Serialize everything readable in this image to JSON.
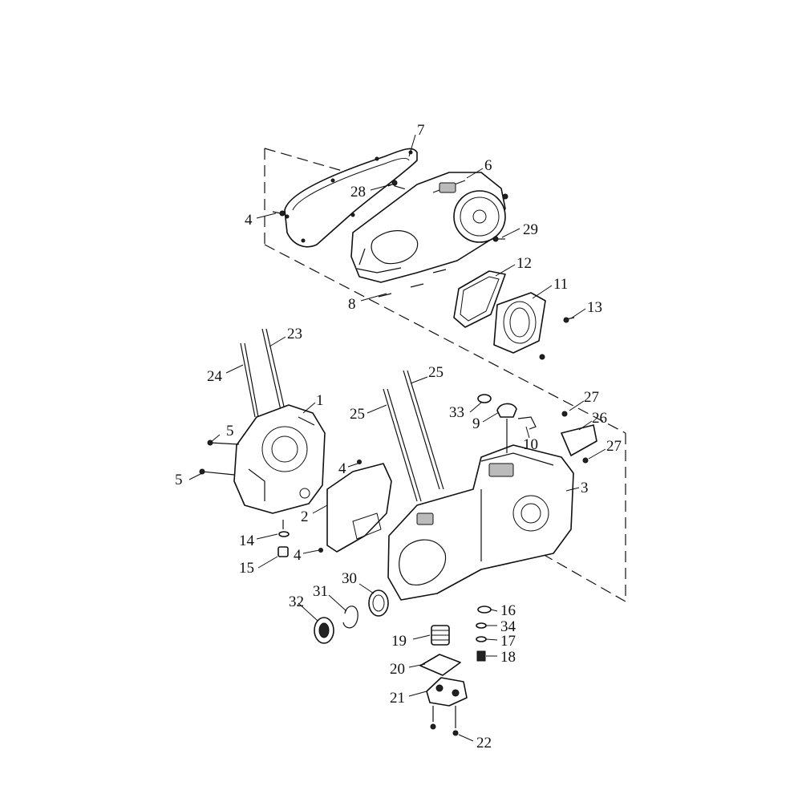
{
  "diagram": {
    "callouts": [
      {
        "id": "c7",
        "label": "7"
      },
      {
        "id": "c6",
        "label": "6"
      },
      {
        "id": "c28",
        "label": "28"
      },
      {
        "id": "c4a",
        "label": "4"
      },
      {
        "id": "c29",
        "label": "29"
      },
      {
        "id": "c12",
        "label": "12"
      },
      {
        "id": "c11",
        "label": "11"
      },
      {
        "id": "c13",
        "label": "13"
      },
      {
        "id": "c8",
        "label": "8"
      },
      {
        "id": "c23",
        "label": "23"
      },
      {
        "id": "c24",
        "label": "24"
      },
      {
        "id": "c1",
        "label": "1"
      },
      {
        "id": "c25a",
        "label": "25"
      },
      {
        "id": "c25b",
        "label": "25"
      },
      {
        "id": "c27a",
        "label": "27"
      },
      {
        "id": "c33",
        "label": "33"
      },
      {
        "id": "c9",
        "label": "9"
      },
      {
        "id": "c26",
        "label": "26"
      },
      {
        "id": "c10",
        "label": "10"
      },
      {
        "id": "c27b",
        "label": "27"
      },
      {
        "id": "c5a",
        "label": "5"
      },
      {
        "id": "c5b",
        "label": "5"
      },
      {
        "id": "c4b",
        "label": "4"
      },
      {
        "id": "c3",
        "label": "3"
      },
      {
        "id": "c2",
        "label": "2"
      },
      {
        "id": "c14",
        "label": "14"
      },
      {
        "id": "c4c",
        "label": "4"
      },
      {
        "id": "c15",
        "label": "15"
      },
      {
        "id": "c30",
        "label": "30"
      },
      {
        "id": "c31",
        "label": "31"
      },
      {
        "id": "c32",
        "label": "32"
      },
      {
        "id": "c16",
        "label": "16"
      },
      {
        "id": "c34",
        "label": "34"
      },
      {
        "id": "c19",
        "label": "19"
      },
      {
        "id": "c17",
        "label": "17"
      },
      {
        "id": "c18",
        "label": "18"
      },
      {
        "id": "c20",
        "label": "20"
      },
      {
        "id": "c21",
        "label": "21"
      },
      {
        "id": "c22",
        "label": "22"
      }
    ]
  }
}
